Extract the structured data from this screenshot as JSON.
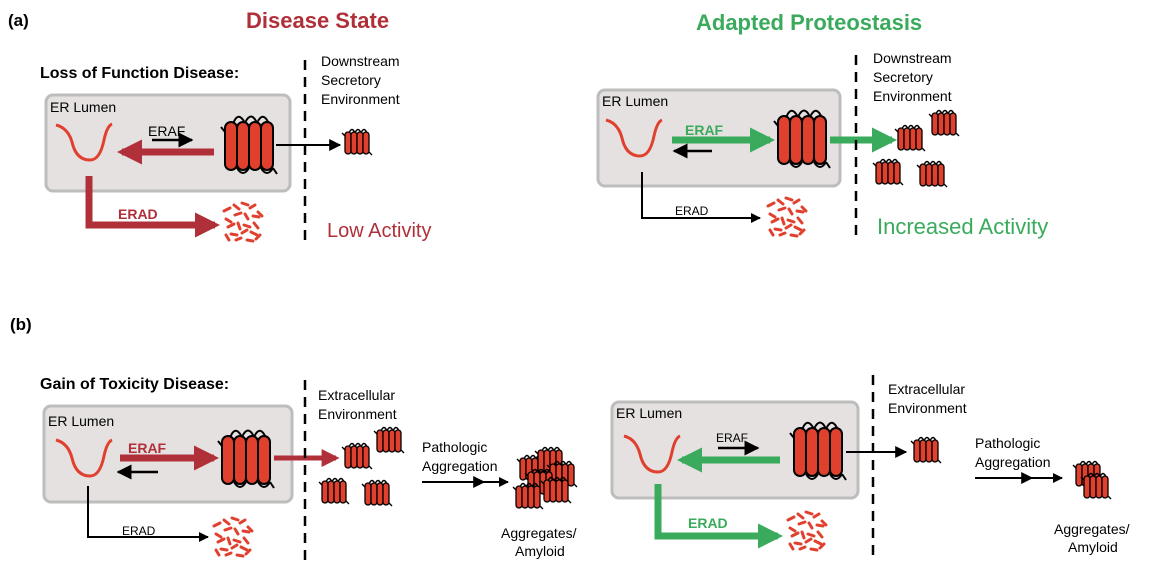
{
  "panel_a": {
    "label": "(a)",
    "left_title": "Disease State",
    "right_title": "Adapted Proteostasis",
    "disease_type": "Loss of Function Disease:",
    "left": {
      "compartment": "ER Lumen",
      "eraf": "ERAF",
      "erad": "ERAD",
      "downstream_1": "Downstream",
      "downstream_2": "Secretory",
      "downstream_3": "Environment",
      "activity": "Low Activity"
    },
    "right": {
      "compartment": "ER Lumen",
      "eraf": "ERAF",
      "erad": "ERAD",
      "downstream_1": "Downstream",
      "downstream_2": "Secretory",
      "downstream_3": "Environment",
      "activity": "Increased Activity"
    }
  },
  "panel_b": {
    "label": "(b)",
    "disease_type": "Gain of Toxicity Disease:",
    "left": {
      "compartment": "ER Lumen",
      "eraf": "ERAF",
      "erad": "ERAD",
      "extracellular_1": "Extracellular",
      "extracellular_2": "Environment",
      "pathologic_1": "Pathologic",
      "pathologic_2": "Aggregation",
      "aggregates_1": "Aggregates/",
      "aggregates_2": "Amyloid"
    },
    "right": {
      "compartment": "ER Lumen",
      "eraf": "ERAF",
      "erad": "ERAD",
      "extracellular_1": "Extracellular",
      "extracellular_2": "Environment",
      "pathologic_1": "Pathologic",
      "pathologic_2": "Aggregation",
      "aggregates_1": "Aggregates/",
      "aggregates_2": "Amyloid"
    }
  },
  "colors": {
    "disease_red": "#b0303a",
    "adapted_green": "#3aaa5c",
    "protein_red": "#e0412f",
    "er_fill": "#e6e1e1",
    "er_stroke": "#bdbdbd"
  }
}
